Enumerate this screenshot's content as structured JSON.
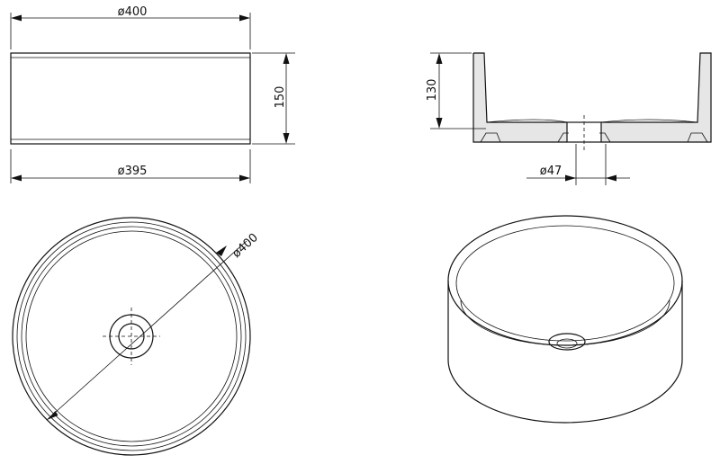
{
  "labels": {
    "front_width": "ø400",
    "front_height": "150",
    "front_base": "ø395",
    "section_height": "130",
    "drain_dia": "ø47",
    "top_dia": "ø400"
  },
  "colors": {
    "line": "#111111",
    "shade": "#e6e6e6",
    "background": "#ffffff"
  }
}
